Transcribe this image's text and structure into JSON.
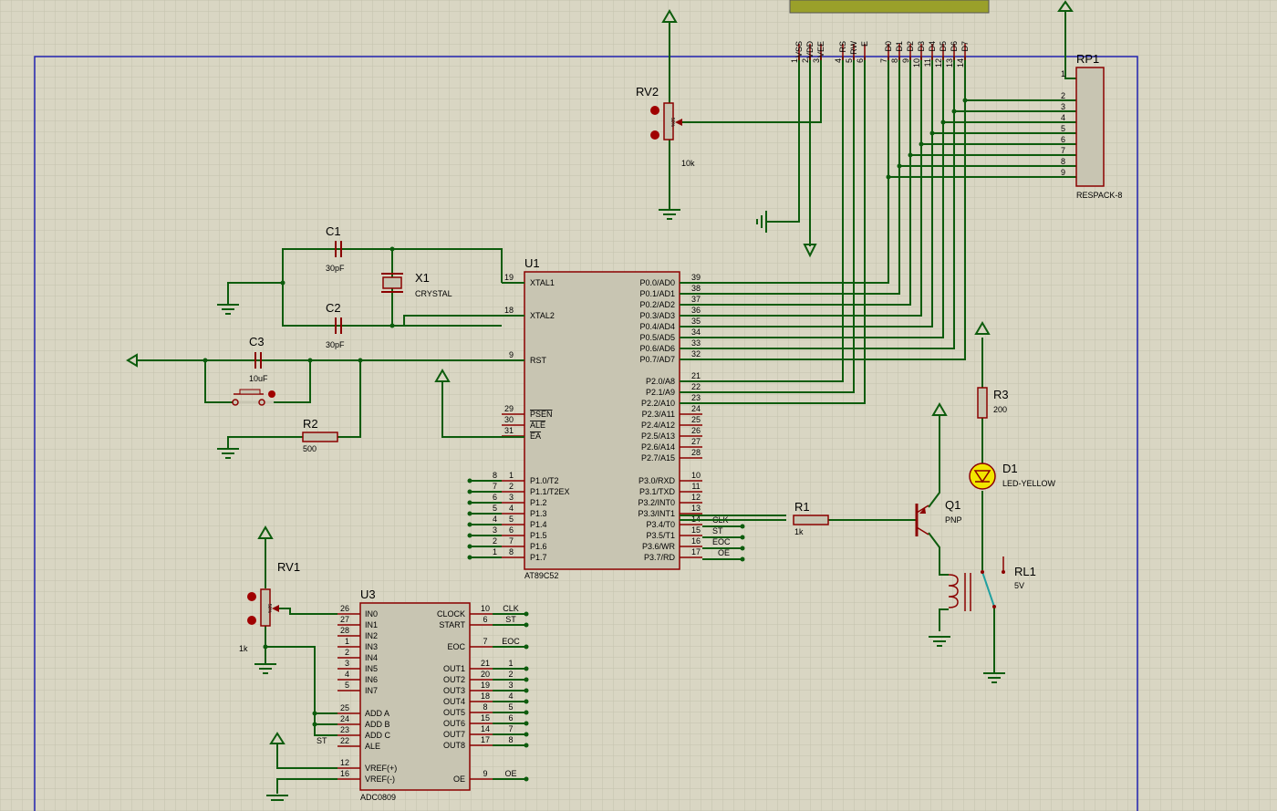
{
  "components": {
    "u1": {
      "ref": "U1",
      "type": "AT89C52"
    },
    "u3": {
      "ref": "U3",
      "type": "ADC0809"
    },
    "x1": {
      "ref": "X1",
      "value": "CRYSTAL"
    },
    "c1": {
      "ref": "C1",
      "value": "30pF"
    },
    "c2": {
      "ref": "C2",
      "value": "30pF"
    },
    "c3": {
      "ref": "C3",
      "value": "10uF"
    },
    "r1": {
      "ref": "R1",
      "value": "1k"
    },
    "r2": {
      "ref": "R2",
      "value": "500"
    },
    "r3": {
      "ref": "R3",
      "value": "200"
    },
    "rv1": {
      "ref": "RV1",
      "value": "1k"
    },
    "rv2": {
      "ref": "RV2",
      "value": "10k"
    },
    "rp1": {
      "ref": "RP1",
      "value": "RESPACK-8"
    },
    "q1": {
      "ref": "Q1",
      "value": "PNP"
    },
    "d1": {
      "ref": "D1",
      "value": "LED-YELLOW"
    },
    "rl1": {
      "ref": "RL1",
      "value": "5V"
    }
  },
  "u1_left_pins": [
    {
      "num": "19",
      "name": "XTAL1"
    },
    {
      "num": "18",
      "name": "XTAL2"
    },
    {
      "num": "9",
      "name": "RST"
    },
    {
      "num": "29",
      "name": "PSEN"
    },
    {
      "num": "30",
      "name": "ALE"
    },
    {
      "num": "31",
      "name": "EA"
    },
    {
      "num": "1",
      "name": "P1.0/T2"
    },
    {
      "num": "2",
      "name": "P1.1/T2EX"
    },
    {
      "num": "3",
      "name": "P1.2"
    },
    {
      "num": "4",
      "name": "P1.3"
    },
    {
      "num": "5",
      "name": "P1.4"
    },
    {
      "num": "6",
      "name": "P1.5"
    },
    {
      "num": "7",
      "name": "P1.6"
    },
    {
      "num": "8",
      "name": "P1.7"
    }
  ],
  "u1_p1_outer": [
    "8",
    "7",
    "6",
    "5",
    "4",
    "3",
    "2",
    "1"
  ],
  "u1_right_pins": [
    {
      "num": "39",
      "name": "P0.0/AD0"
    },
    {
      "num": "38",
      "name": "P0.1/AD1"
    },
    {
      "num": "37",
      "name": "P0.2/AD2"
    },
    {
      "num": "36",
      "name": "P0.3/AD3"
    },
    {
      "num": "35",
      "name": "P0.4/AD4"
    },
    {
      "num": "34",
      "name": "P0.5/AD5"
    },
    {
      "num": "33",
      "name": "P0.6/AD6"
    },
    {
      "num": "32",
      "name": "P0.7/AD7"
    },
    {
      "num": "21",
      "name": "P2.0/A8"
    },
    {
      "num": "22",
      "name": "P2.1/A9"
    },
    {
      "num": "23",
      "name": "P2.2/A10"
    },
    {
      "num": "24",
      "name": "P2.3/A11"
    },
    {
      "num": "25",
      "name": "P2.4/A12"
    },
    {
      "num": "26",
      "name": "P2.5/A13"
    },
    {
      "num": "27",
      "name": "P2.6/A14"
    },
    {
      "num": "28",
      "name": "P2.7/A15"
    },
    {
      "num": "10",
      "name": "P3.0/RXD"
    },
    {
      "num": "11",
      "name": "P3.1/TXD"
    },
    {
      "num": "12",
      "name": "P3.2/INT0"
    },
    {
      "num": "13",
      "name": "P3.3/INT1"
    },
    {
      "num": "14",
      "name": "P3.4/T0"
    },
    {
      "num": "15",
      "name": "P3.5/T1"
    },
    {
      "num": "16",
      "name": "P3.6/WR"
    },
    {
      "num": "17",
      "name": "P3.7/RD"
    }
  ],
  "u1_net_labels": [
    "CLK",
    "ST",
    "EOC",
    "OE"
  ],
  "u3_left_pins": [
    {
      "num": "26",
      "name": "IN0"
    },
    {
      "num": "27",
      "name": "IN1"
    },
    {
      "num": "28",
      "name": "IN2"
    },
    {
      "num": "1",
      "name": "IN3"
    },
    {
      "num": "2",
      "name": "IN4"
    },
    {
      "num": "3",
      "name": "IN5"
    },
    {
      "num": "4",
      "name": "IN6"
    },
    {
      "num": "5",
      "name": "IN7"
    },
    {
      "num": "25",
      "name": "ADD A"
    },
    {
      "num": "24",
      "name": "ADD B"
    },
    {
      "num": "23",
      "name": "ADD C"
    },
    {
      "num": "22",
      "name": "ALE"
    },
    {
      "num": "12",
      "name": "VREF(+)"
    },
    {
      "num": "16",
      "name": "VREF(-)"
    }
  ],
  "u3_st_label": "ST",
  "u3_right_pins": [
    {
      "num": "10",
      "name": "CLOCK",
      "net": "CLK"
    },
    {
      "num": "6",
      "name": "START",
      "net": "ST"
    },
    {
      "num": "7",
      "name": "EOC",
      "net": "EOC"
    },
    {
      "num": "21",
      "name": "OUT1",
      "net": "1"
    },
    {
      "num": "20",
      "name": "OUT2",
      "net": "2"
    },
    {
      "num": "19",
      "name": "OUT3",
      "net": "3"
    },
    {
      "num": "18",
      "name": "OUT4",
      "net": "4"
    },
    {
      "num": "8",
      "name": "OUT5",
      "net": "5"
    },
    {
      "num": "15",
      "name": "OUT6",
      "net": "6"
    },
    {
      "num": "14",
      "name": "OUT7",
      "net": "7"
    },
    {
      "num": "17",
      "name": "OUT8",
      "net": "8"
    },
    {
      "num": "9",
      "name": "OE",
      "net": "OE"
    }
  ],
  "lcd_pins": [
    {
      "name": "VSS",
      "num": "1"
    },
    {
      "name": "VDD",
      "num": "2"
    },
    {
      "name": "VEE",
      "num": "3"
    },
    {
      "name": "RS",
      "num": "4"
    },
    {
      "name": "RW",
      "num": "5"
    },
    {
      "name": "E",
      "num": "6"
    },
    {
      "name": "D0",
      "num": "7"
    },
    {
      "name": "D1",
      "num": "8"
    },
    {
      "name": "D2",
      "num": "9"
    },
    {
      "name": "D3",
      "num": "10"
    },
    {
      "name": "D4",
      "num": "11"
    },
    {
      "name": "D5",
      "num": "12"
    },
    {
      "name": "D6",
      "num": "13"
    },
    {
      "name": "D7",
      "num": "14"
    }
  ],
  "rp1_pins": [
    "1",
    "2",
    "3",
    "4",
    "5",
    "6",
    "7",
    "8",
    "9"
  ],
  "rv_percent": "50%",
  "colors": {
    "background": "#d9d6c3",
    "grid": "#c7c4b0",
    "wire": "#0d5c0d",
    "pin": "#8b0000",
    "chip_fill": "#c8c5b2",
    "sheet_border": "#2020b0",
    "lcd_bar": "#9aa02a",
    "led": "#f2e600"
  }
}
